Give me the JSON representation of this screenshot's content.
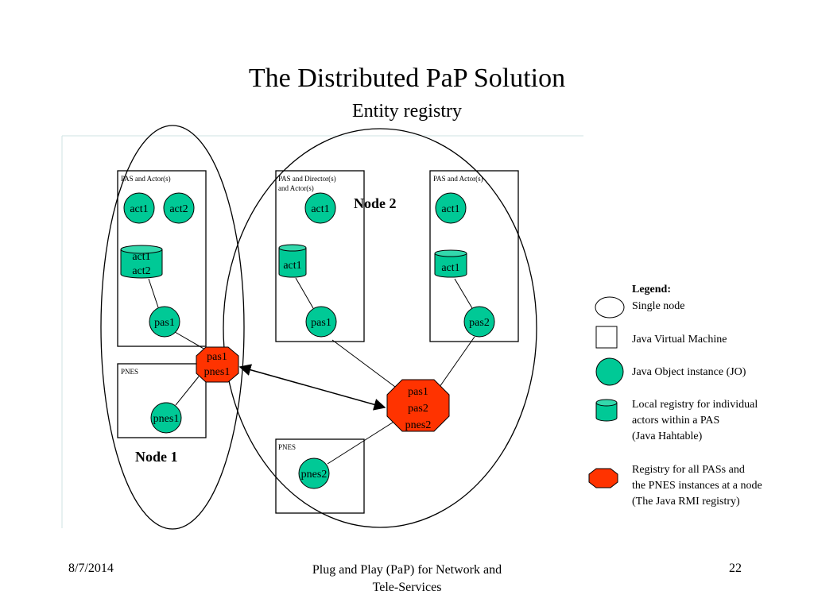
{
  "slide": {
    "title": "The Distributed PaP Solution",
    "subtitle": "Entity registry"
  },
  "diagram": {
    "node1_label": "Node 1",
    "node2_label": "Node 2",
    "box1": {
      "header": "PAS and Actor(s)",
      "act_a": "act1",
      "act_b": "act2",
      "reg_line1": "act1",
      "reg_line2": "act2",
      "pas": "pas1"
    },
    "pnes1_box": {
      "header": "PNES",
      "pnes": "pnes1"
    },
    "box2": {
      "header_line1": "PAS and Director(s)",
      "header_line2": "and Actor(s)",
      "act": "act1",
      "reg": "act1",
      "pas": "pas1"
    },
    "box3": {
      "header": "PAS and Actor(s)",
      "act": "act1",
      "reg": "act1",
      "pas": "pas2"
    },
    "pnes2_box": {
      "header": "PNES",
      "pnes": "pnes2"
    },
    "rmi1": {
      "line1": "pas1",
      "line2": "pnes1"
    },
    "rmi2": {
      "line1": "pas1",
      "line2": "pas2",
      "line3": "pnes2"
    }
  },
  "legend": {
    "title": "Legend:",
    "single_node": "Single node",
    "jvm": "Java Virtual Machine",
    "jo": "Java Object instance (JO)",
    "local_registry": "Local registry for individual\nactors within a PAS\n (Java Hahtable)",
    "rmi_registry": "Registry for all PASs and\nthe PNES instances at a node\n(The Java RMI registry)"
  },
  "footer": {
    "date": "8/7/2014",
    "center": "Plug and Play (PaP) for Network and\nTele-Services",
    "page": "22"
  },
  "colors": {
    "object_fill": "#00c996",
    "registry_fill": "#ff3300",
    "box_border": "#000000",
    "frame_line": "#cfe3e3"
  }
}
